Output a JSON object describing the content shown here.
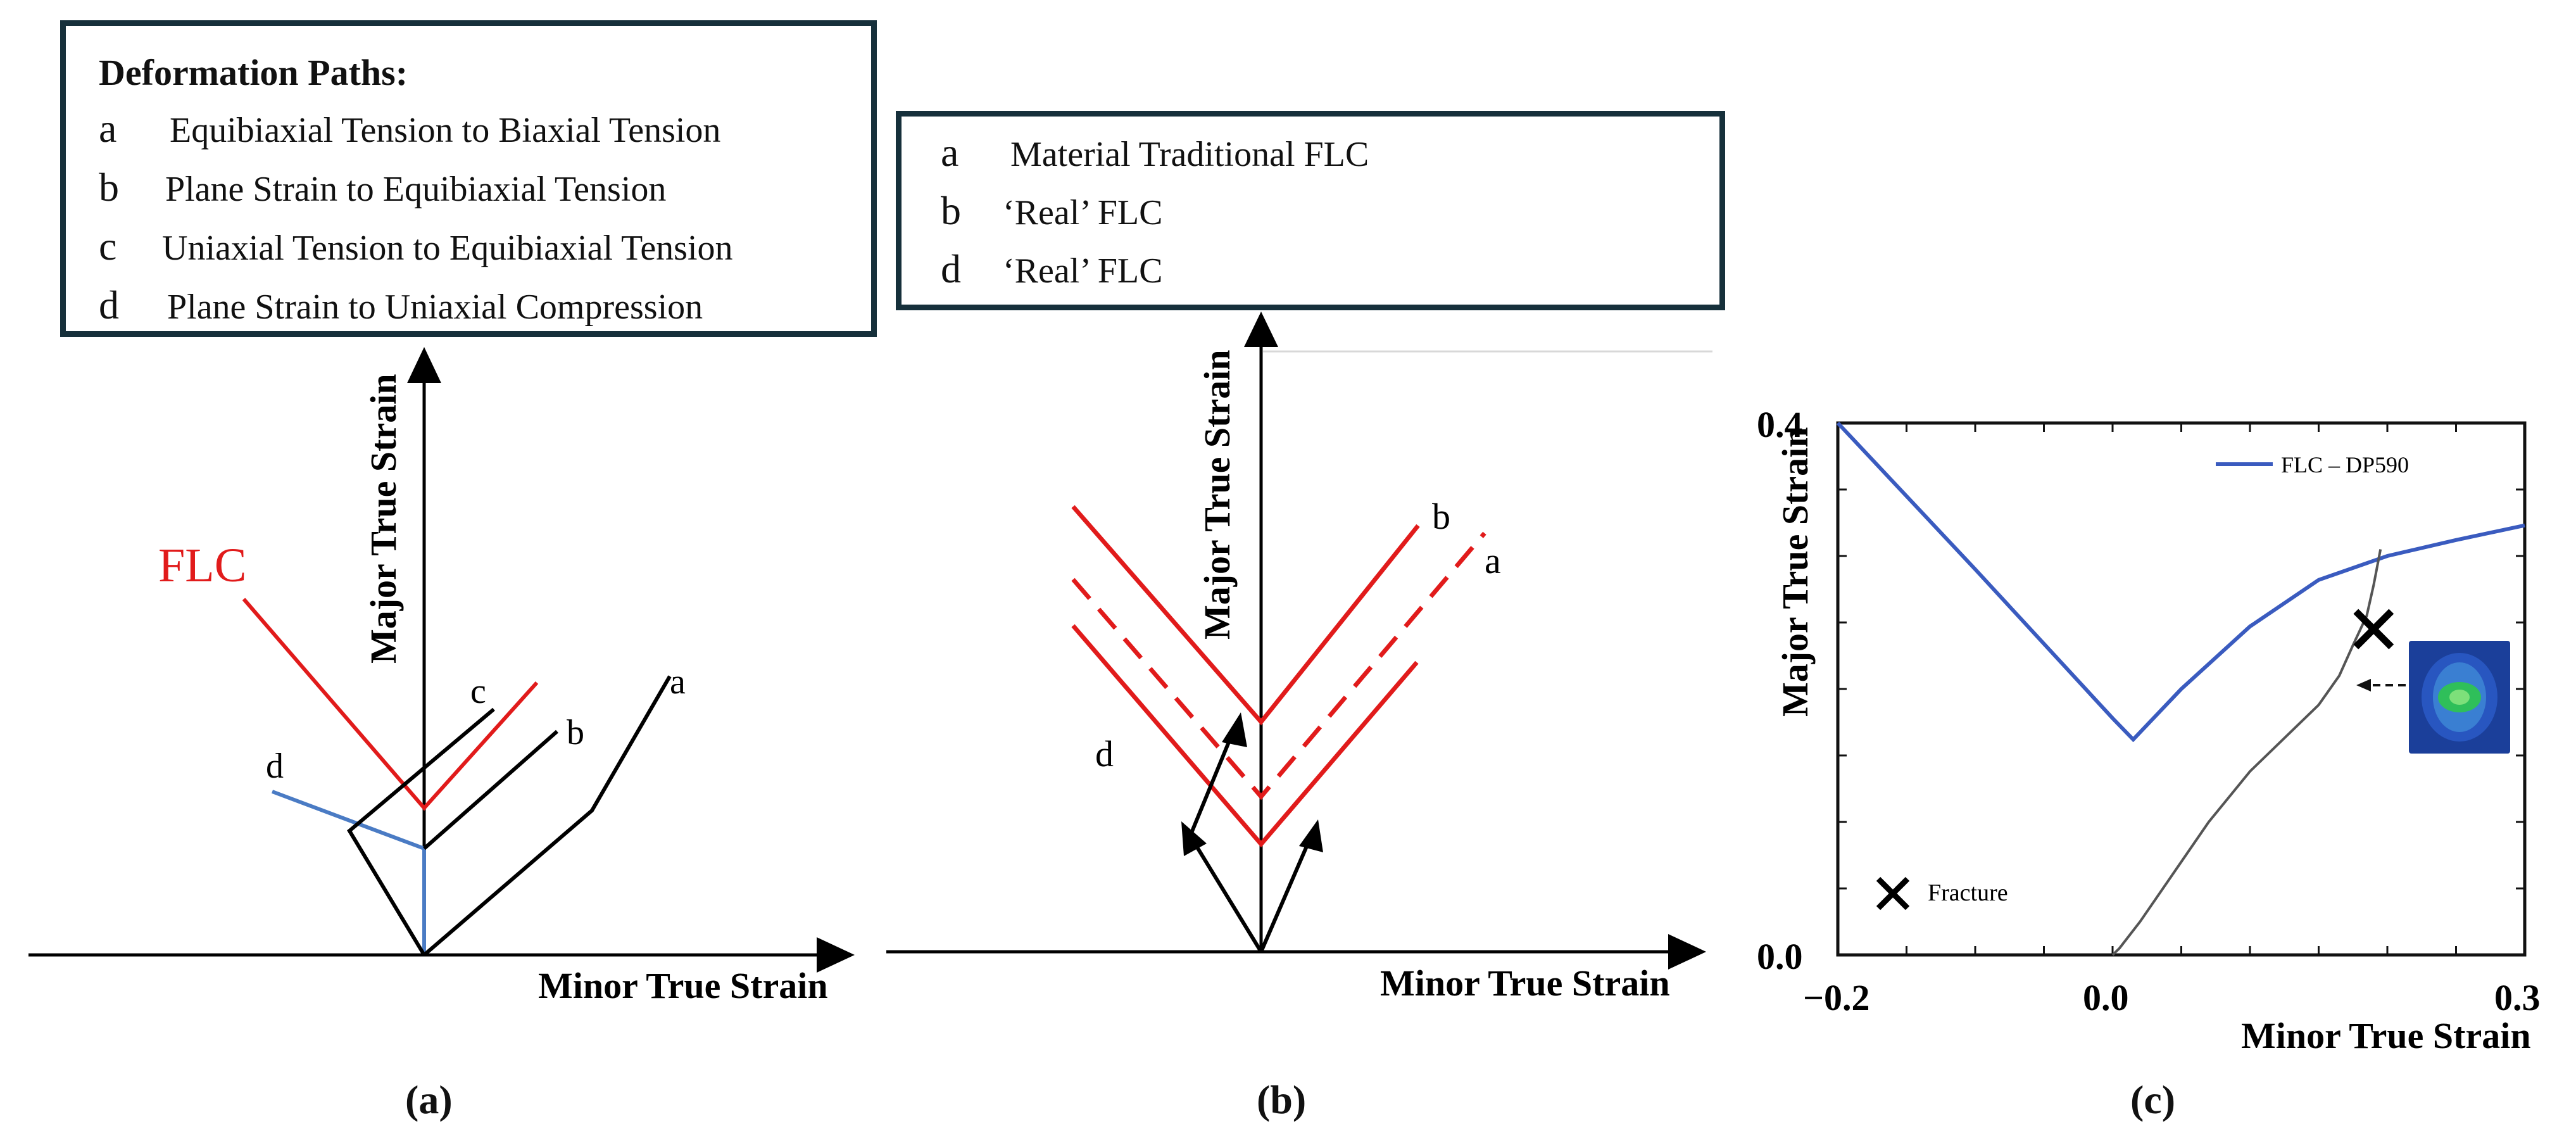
{
  "panel_a": {
    "legend": {
      "title": "Deformation Paths:",
      "items": [
        {
          "letter": "a",
          "text": "Equibiaxial Tension to Biaxial Tension"
        },
        {
          "letter": "b",
          "text": "Plane Strain to Equibiaxial Tension"
        },
        {
          "letter": "c",
          "text": "Uniaxial Tension to Equibiaxial Tension"
        },
        {
          "letter": "d",
          "text": "Plane Strain to Uniaxial Compression"
        }
      ]
    },
    "flc_label": "FLC",
    "path_labels": {
      "a": "a",
      "b": "b",
      "c": "c",
      "d": "d"
    },
    "y_axis_label": "Major True Strain",
    "x_axis_label": "Minor True Strain",
    "caption": "(a)",
    "colors": {
      "flc": "#e11b1b",
      "path_d": "#4a7bc4",
      "paths": "#000000"
    }
  },
  "panel_b": {
    "legend": {
      "items": [
        {
          "letter": "a",
          "text": "Material Traditional FLC"
        },
        {
          "letter": "b",
          "text": "‘Real’ FLC"
        },
        {
          "letter": "d",
          "text": "‘Real’ FLC"
        }
      ]
    },
    "curve_labels": {
      "a": "a",
      "b": "b",
      "d": "d"
    },
    "y_axis_label": "Major True Strain",
    "x_axis_label": "Minor True Strain",
    "caption": "(b)",
    "colors": {
      "flc": "#e11b1b"
    }
  },
  "panel_c": {
    "chart_data": {
      "type": "line",
      "xlabel": "Minor True Strain",
      "ylabel": "Major True Strain",
      "xlim": [
        -0.2,
        0.3
      ],
      "ylim": [
        0.0,
        0.4
      ],
      "x_ticks": [
        "−0.2",
        "0.0",
        "0.3"
      ],
      "y_ticks": [
        "0.0",
        "0.4"
      ],
      "legend_position": "top-right",
      "series": [
        {
          "name": "FLC – DP590",
          "color": "#3a5bbf",
          "points": [
            [
              -0.2,
              0.4
            ],
            [
              -0.1,
              0.29
            ],
            [
              0.0,
              0.178
            ],
            [
              0.015,
              0.162
            ],
            [
              0.05,
              0.2
            ],
            [
              0.1,
              0.247
            ],
            [
              0.15,
              0.282
            ],
            [
              0.2,
              0.3
            ],
            [
              0.25,
              0.312
            ],
            [
              0.3,
              0.323
            ]
          ]
        },
        {
          "color": "#555555",
          "points": [
            [
              0.0,
              0.0
            ],
            [
              0.005,
              0.005
            ],
            [
              0.02,
              0.025
            ],
            [
              0.04,
              0.055
            ],
            [
              0.07,
              0.1
            ],
            [
              0.1,
              0.138
            ],
            [
              0.13,
              0.168
            ],
            [
              0.15,
              0.188
            ],
            [
              0.165,
              0.21
            ],
            [
              0.175,
              0.233
            ],
            [
              0.185,
              0.255
            ],
            [
              0.19,
              0.278
            ],
            [
              0.195,
              0.305
            ]
          ]
        }
      ],
      "fracture_point": [
        0.19,
        0.245
      ],
      "annotation": "Fracture",
      "title": ""
    },
    "caption": "(c)",
    "colors": {
      "frame": "#111111",
      "inset_bg": "#1b3f9a",
      "inset_core": "#2fbf5a"
    }
  }
}
